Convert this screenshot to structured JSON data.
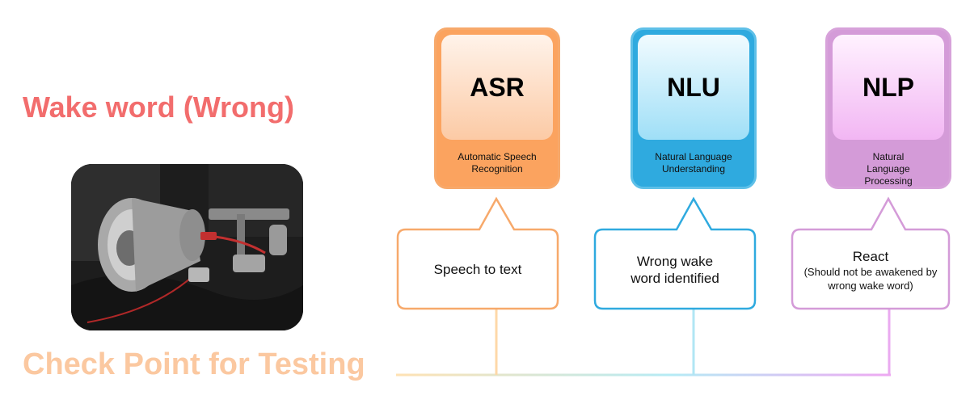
{
  "wake_title": "Wake word (Wrong)",
  "checkpoint_title": "Check Point for Testing",
  "stages": [
    {
      "abbr": "ASR",
      "full": "Automatic Speech Recognition",
      "bubble": "Speech to text",
      "bubble_note": "",
      "color": "#fba35f"
    },
    {
      "abbr": "NLU",
      "full": "Natural Language Understanding",
      "bubble": "Wrong wake word identified",
      "bubble_note": "",
      "color": "#2faadf"
    },
    {
      "abbr": "NLP",
      "full": "Natural Language Processing",
      "bubble": "React",
      "bubble_note": "(Should not be awakened by wrong wake word)",
      "color": "#d49bd8"
    }
  ],
  "colors": {
    "wake_title": "#f26d6d",
    "checkpoint_title": "#fbc8a0",
    "line_start": "#ffd9a6",
    "line_mid": "#a7e7f7",
    "line_end": "#f2a8f4"
  }
}
